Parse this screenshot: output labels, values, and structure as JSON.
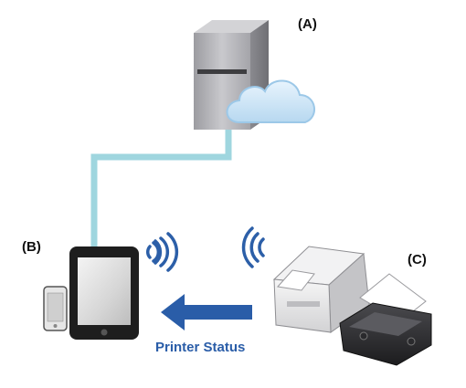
{
  "labels": {
    "server": "(A)",
    "devices": "(B)",
    "printers": "(C)",
    "arrow": "Printer Status"
  },
  "colors": {
    "connection_line": "#9fd6df",
    "arrow": "#2a5da8",
    "cloud": "#cfe6f7",
    "server_body": "#b9b9bd",
    "tablet_frame": "#1e1e1e",
    "printer_body": "#e9e9ea",
    "wireless_waves": "#2c5fa8"
  },
  "icons": {
    "server": "server-icon",
    "cloud": "cloud-icon",
    "tablet": "tablet-icon",
    "phone": "smartphone-icon",
    "desktop_printer": "receipt-printer-icon",
    "mobile_printer": "mobile-printer-icon",
    "wifi": "wireless-signal-icon"
  }
}
